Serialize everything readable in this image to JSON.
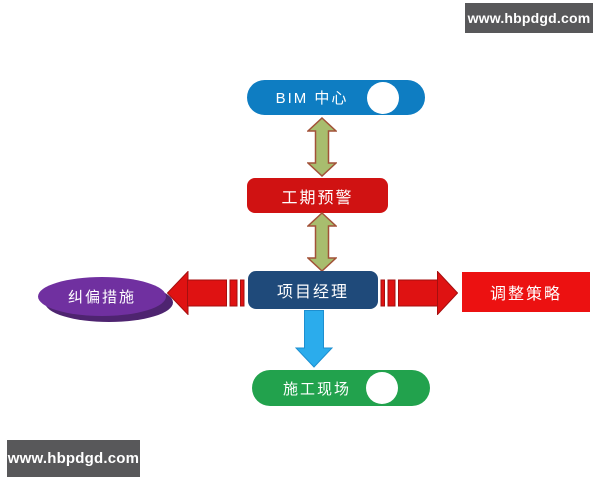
{
  "watermark_top": {
    "text": "www.hbpdgd.com",
    "bg": "#58585A"
  },
  "watermark_bottom": {
    "text": "www.hbpdgd.com",
    "bg": "#58585A"
  },
  "diagram": {
    "type": "flowchart",
    "nodes": {
      "bim_center": {
        "label": "BIM 中心",
        "shape": "notched-pill",
        "color": "#0E7DC2",
        "text_color": "#FFFFFF"
      },
      "schedule_warning": {
        "label": "工期预警",
        "shape": "rounded-rect",
        "color": "#D01212",
        "text_color": "#FFFFFF"
      },
      "project_manager": {
        "label": "项目经理",
        "shape": "rounded-rect",
        "color": "#1F4A7A",
        "text_color": "#FFFFFF"
      },
      "correction_measures": {
        "label": "纠偏措施",
        "shape": "ellipse",
        "color": "#7030A0",
        "shadow_color": "#4E2470",
        "text_color": "#FFFFFF"
      },
      "adjustment_strategy": {
        "label": "调整策略",
        "shape": "rect",
        "color": "#EC1111",
        "text_color": "#FFFFFF"
      },
      "construction_site": {
        "label": "施工现场",
        "shape": "notched-pill",
        "color": "#22A24D",
        "text_color": "#FFFFFF"
      }
    },
    "connectors": [
      {
        "from": "bim_center",
        "to": "schedule_warning",
        "style": "double-headed-vertical",
        "fill": "#A8BD6E",
        "outline": "#A25238"
      },
      {
        "from": "schedule_warning",
        "to": "project_manager",
        "style": "double-headed-vertical",
        "fill": "#A8BD6E",
        "outline": "#A25238"
      },
      {
        "from": "project_manager",
        "to": "correction_measures",
        "style": "striped-arrow-left",
        "fill": "#DF1212",
        "outline": "#A50F0F"
      },
      {
        "from": "project_manager",
        "to": "adjustment_strategy",
        "style": "striped-arrow-right",
        "fill": "#DF1212",
        "outline": "#A50F0F"
      },
      {
        "from": "project_manager",
        "to": "construction_site",
        "style": "single-arrow-down",
        "fill": "#2BACEC",
        "outline": "#1D8FD0"
      }
    ]
  }
}
